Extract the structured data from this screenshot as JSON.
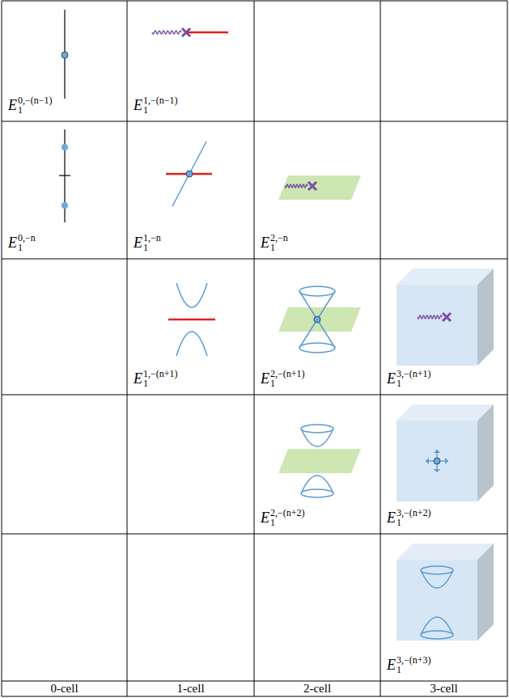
{
  "diagram": {
    "labels": [
      "E",
      "1",
      "0,−(n−1)",
      "E",
      "1",
      "1,−(n−1)",
      "E",
      "1",
      "0,−n",
      "E",
      "1",
      "1,−n",
      "E",
      "1",
      "2,−n",
      "E",
      "1",
      "1,−(n+1)",
      "E",
      "1",
      "2,−(n+1)",
      "E",
      "1",
      "3,−(n+1)",
      "E",
      "1",
      "2,−(n+2)",
      "E",
      "1",
      "3,−(n+2)",
      "E",
      "1",
      "3,−(n+3)",
      "0-cell",
      "1-cell",
      "2-cell",
      "3-cell"
    ]
  }
}
